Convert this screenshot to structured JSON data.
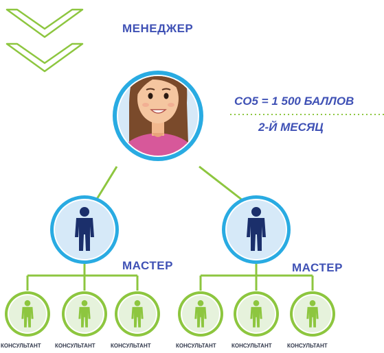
{
  "icons": [
    "double-chevron-down-icon",
    "woman-avatar-icon",
    "man-suit-icon"
  ],
  "colors": {
    "accent_green": "#8dc63f",
    "title_blue": "#3f51b5",
    "ring_blue": "#29abe2",
    "circle_fill": "#d6e9f8",
    "figure_navy": "#1b2f6b",
    "consultant_ring": "#8dc63f",
    "consultant_fill": "#e6f2dc",
    "consultant_figure": "#8dc63f"
  },
  "manager": {
    "label": "МЕНЕДЖЕР"
  },
  "kpi": {
    "points": "СО5 = 1 500 БАЛЛОВ",
    "period": "2-Й МЕСЯЦ"
  },
  "masters": [
    {
      "label": "МАСТЕР",
      "consultants": [
        {
          "label": "КОНСУЛЬТАНТ"
        },
        {
          "label": "КОНСУЛЬТАНТ"
        },
        {
          "label": "КОНСУЛЬТАНТ"
        }
      ]
    },
    {
      "label": "МАСТЕР",
      "consultants": [
        {
          "label": "КОНСУЛЬТАНТ"
        },
        {
          "label": "КОНСУЛЬТАНТ"
        },
        {
          "label": "КОНСУЛЬТАНТ"
        }
      ]
    }
  ]
}
